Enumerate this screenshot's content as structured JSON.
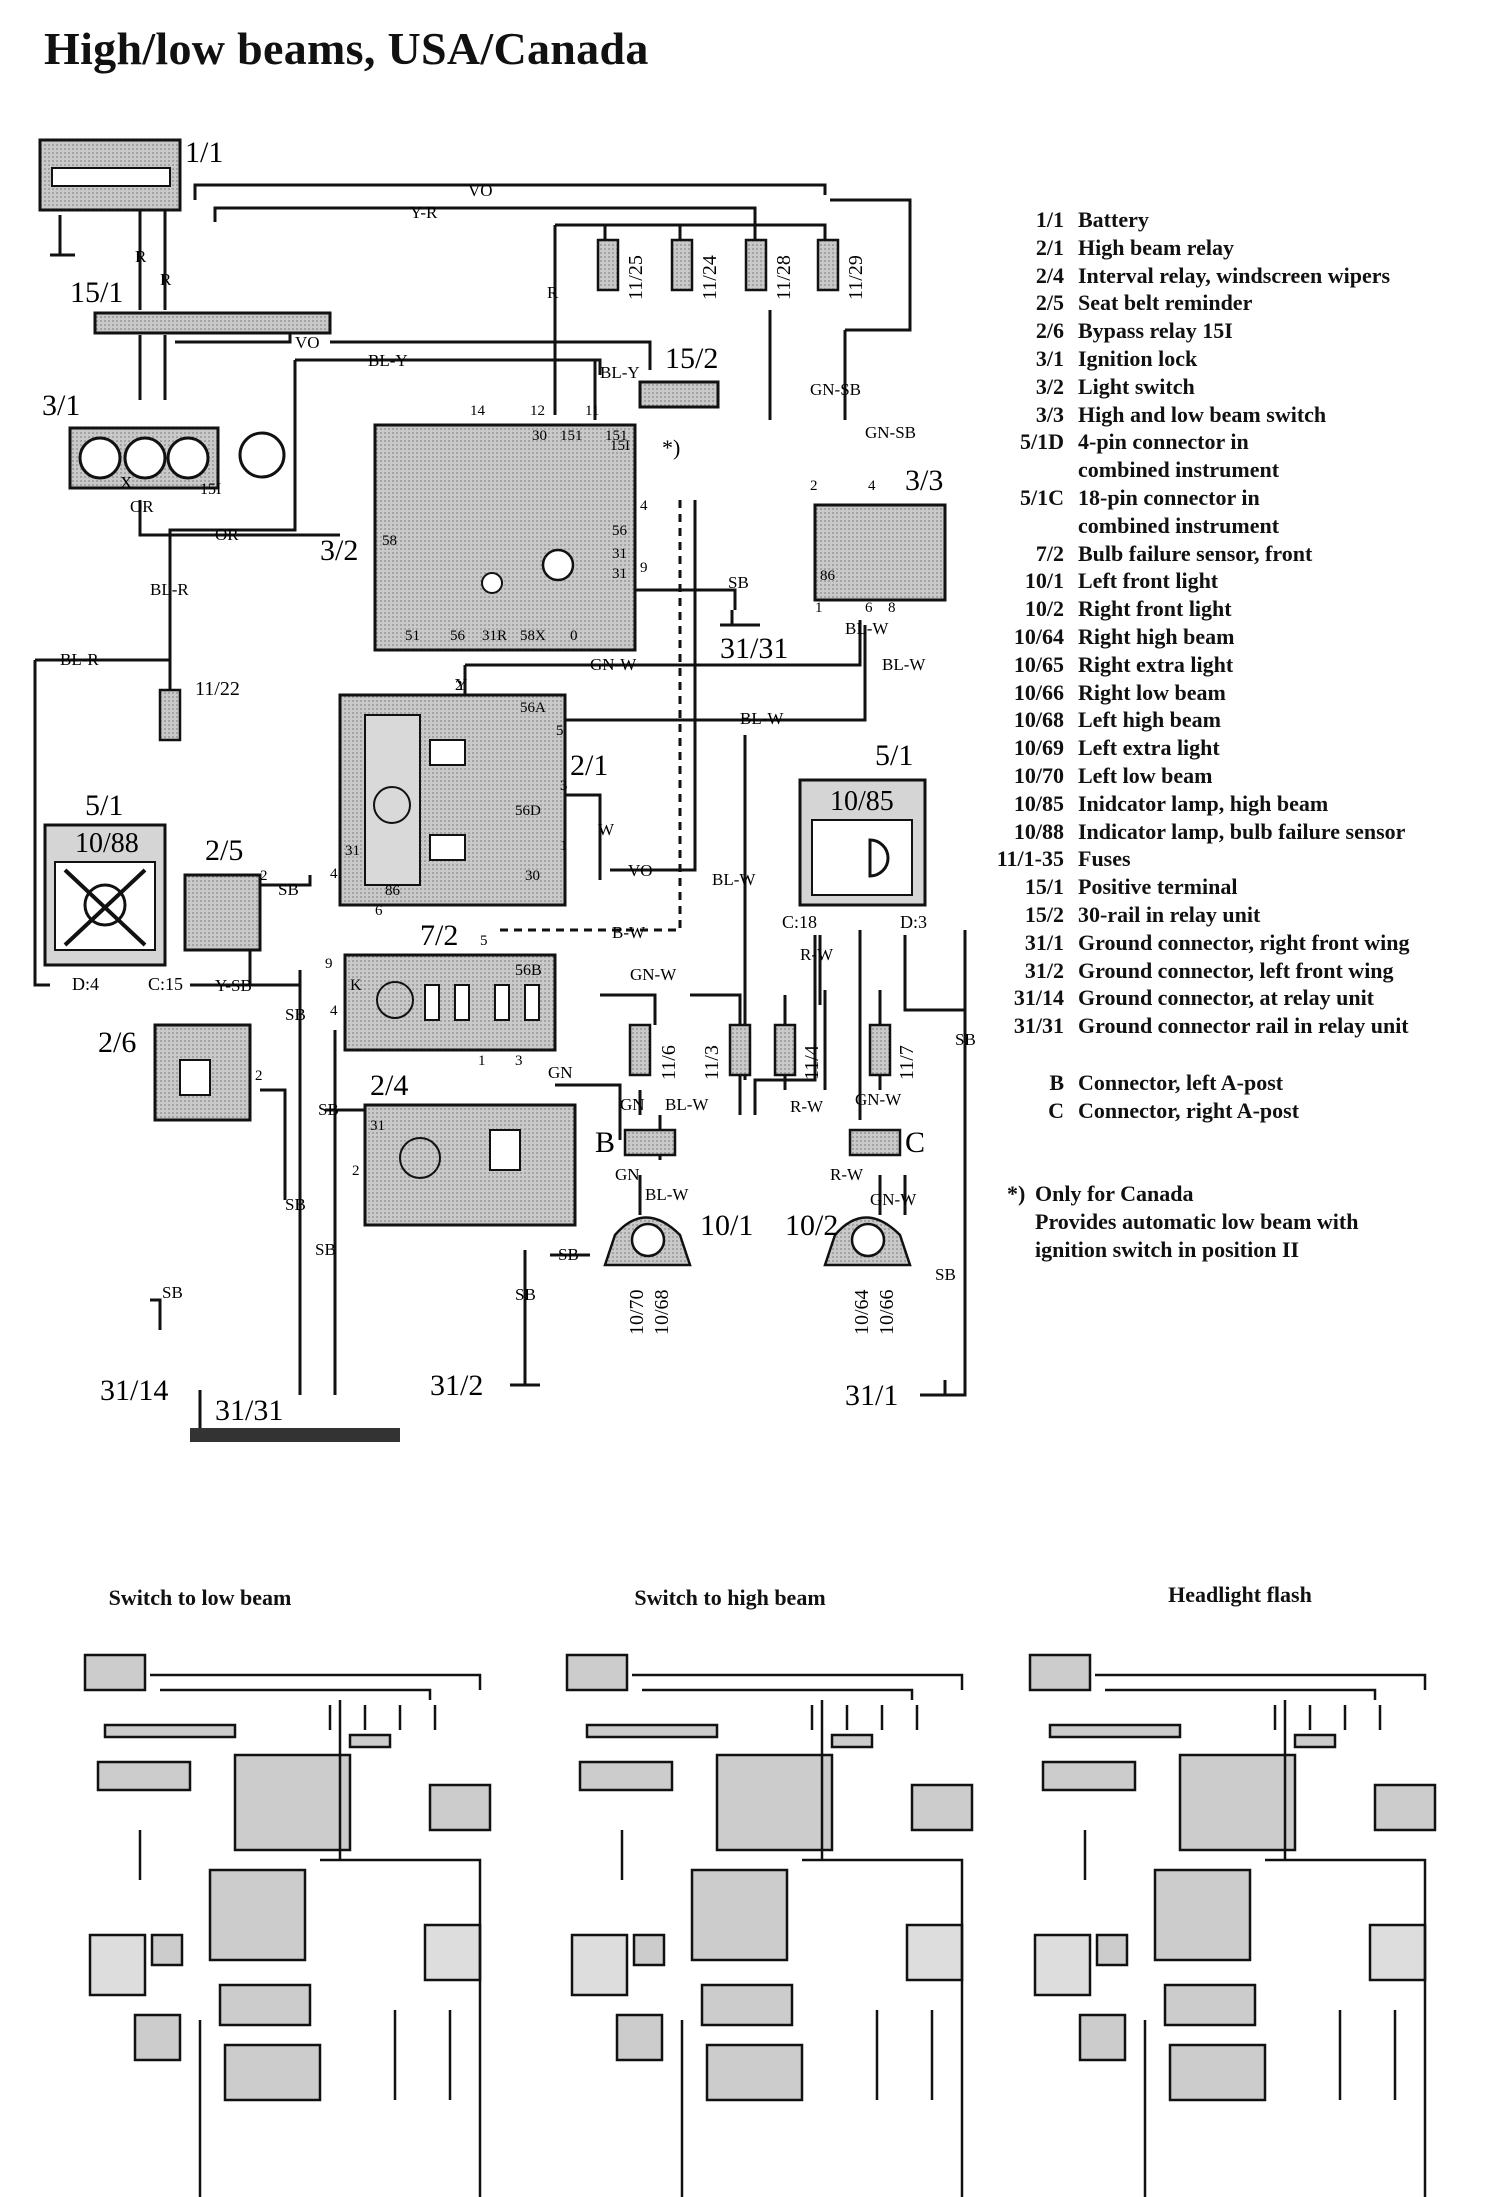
{
  "title": "High/low beams, USA/Canada",
  "legend": [
    {
      "code": "1/1",
      "desc": "Battery"
    },
    {
      "code": "2/1",
      "desc": "High beam relay"
    },
    {
      "code": "2/4",
      "desc": "Interval relay, windscreen wipers"
    },
    {
      "code": "2/5",
      "desc": "Seat belt reminder"
    },
    {
      "code": "2/6",
      "desc": "Bypass relay 15I"
    },
    {
      "code": "3/1",
      "desc": "Ignition lock"
    },
    {
      "code": "3/2",
      "desc": "Light switch"
    },
    {
      "code": "3/3",
      "desc": "High and low beam switch"
    },
    {
      "code": "5/1D",
      "desc": "4-pin connector in"
    },
    {
      "code": "",
      "desc": "combined instrument"
    },
    {
      "code": "5/1C",
      "desc": "18-pin connector in"
    },
    {
      "code": "",
      "desc": "combined instrument"
    },
    {
      "code": "7/2",
      "desc": "Bulb failure sensor, front"
    },
    {
      "code": "10/1",
      "desc": "Left front light"
    },
    {
      "code": "10/2",
      "desc": "Right front light"
    },
    {
      "code": "10/64",
      "desc": "Right high beam"
    },
    {
      "code": "10/65",
      "desc": "Right extra light"
    },
    {
      "code": "10/66",
      "desc": "Right low beam"
    },
    {
      "code": "10/68",
      "desc": "Left high beam"
    },
    {
      "code": "10/69",
      "desc": "Left extra light"
    },
    {
      "code": "10/70",
      "desc": "Left low beam"
    },
    {
      "code": "10/85",
      "desc": "Inidcator lamp, high beam"
    },
    {
      "code": "10/88",
      "desc": "Indicator lamp, bulb failure sensor"
    },
    {
      "code": "11/1-35",
      "desc": "Fuses"
    },
    {
      "code": "15/1",
      "desc": "Positive terminal"
    },
    {
      "code": "15/2",
      "desc": "30-rail in relay unit"
    },
    {
      "code": "31/1",
      "desc": "Ground connector, right front wing"
    },
    {
      "code": "31/2",
      "desc": "Ground connector, left front wing"
    },
    {
      "code": "31/14",
      "desc": "Ground connector, at relay unit"
    },
    {
      "code": "31/31",
      "desc": "Ground connector rail in relay unit"
    }
  ],
  "connectors": [
    {
      "code": "B",
      "desc": "Connector, left A-post"
    },
    {
      "code": "C",
      "desc": "Connector, right A-post"
    }
  ],
  "note": {
    "mark": "*)",
    "line1": "Only for Canada",
    "line2": "Provides automatic low beam with",
    "line3": "ignition switch in position II"
  },
  "captions": {
    "low": "Switch to low beam",
    "high": "Switch to high beam",
    "flash": "Headlight flash"
  },
  "diagram": {
    "components": {
      "battery": "1/1",
      "pos_terminal": "15/1",
      "ign_lock": "3/1",
      "light_switch": "3/2",
      "rail": "15/2",
      "hl_switch": "3/3",
      "hb_relay": "2/1",
      "instr_1088": "5/1",
      "lamp_1088": "10/88",
      "seatbelt": "2/5",
      "instr_1085": "5/1",
      "lamp_1085": "10/85",
      "bfs": "7/2",
      "bypass": "2/6",
      "interval": "2/4",
      "left_light": "10/1",
      "right_light": "10/2",
      "gnd_rail": "31/31",
      "gnd_rail2": "31/31",
      "gnd_1": "31/1",
      "gnd_2": "31/2",
      "gnd_14": "31/14",
      "conn_b": "B",
      "conn_c": "C",
      "note_mark": "*)"
    },
    "fuses": [
      "11/25",
      "11/24",
      "11/28",
      "11/29",
      "11/22",
      "11/6",
      "11/3",
      "11/4",
      "11/7"
    ],
    "wires": {
      "vo": "VO",
      "yr": "Y-R",
      "r": "R",
      "blr": "BL-R",
      "bly": "BL-Y",
      "or": "OR",
      "gnsb": "GN-SB",
      "sb": "SB",
      "gnw": "GN-W",
      "blw": "BL-W",
      "y": "Y",
      "w": "W",
      "bw": "B-W",
      "ysb": "Y-SB",
      "gn": "GN",
      "rw": "R-W",
      "x": "X"
    },
    "pins": {
      "p14": "14",
      "p12": "12",
      "p30": "30",
      "p151": "151",
      "p11": "11",
      "p2": "2",
      "p4": "4",
      "p56": "56",
      "p31": "31",
      "p9": "9",
      "p58": "58",
      "p51": "51",
      "p56b": "56",
      "p31r": "31R",
      "p58x": "58X",
      "p0": "0",
      "p56a": "56A",
      "p5": "5",
      "p56d": "56D",
      "p3": "3",
      "p1": "1",
      "p6": "6",
      "p8": "8",
      "p86": "86",
      "c18": "C:18",
      "d3": "D:3",
      "d4": "D:4",
      "c15": "C:15",
      "k": "K",
      "p56bb": "56B",
      "p15i": "15I",
      "p15i2": "15I"
    },
    "bulb_codes": {
      "l_low": "10/70",
      "l_high": "10/68",
      "r_high": "10/64",
      "r_low": "10/66"
    }
  }
}
